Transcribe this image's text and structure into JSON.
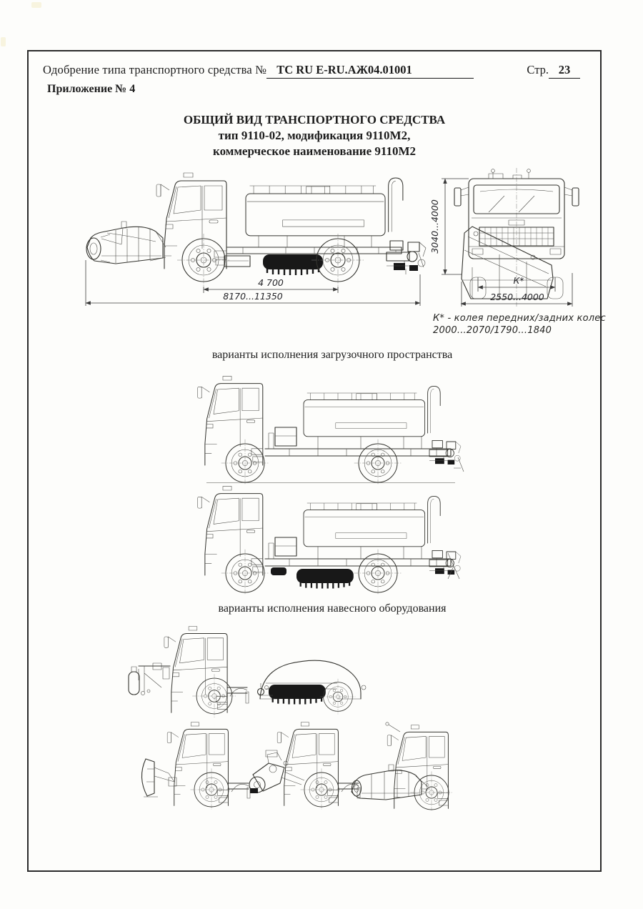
{
  "header": {
    "approval_label": "Одобрение типа транспортного средства №",
    "approval_number": "ТС RU E-RU.АЖ04.01001",
    "page_label": "Стр.",
    "page_number": "23",
    "annex_label": "Приложение № 4"
  },
  "title": {
    "line1": "ОБЩИЙ ВИД ТРАНСПОРТНОГО СРЕДСТВА",
    "line2": "тип 9110-02, модификация 9110М2,",
    "line3": "коммерческое наименование 9110М2"
  },
  "main_view": {
    "wheelbase": "4 700",
    "overall_length": "8170...11350",
    "overall_height": "3040...4000",
    "track_label": "К*",
    "overall_width": "2550...4000",
    "track_note_line1": "К* - колея передних/задних колес",
    "track_note_line2": "2000...2070/1790...1840"
  },
  "sections": {
    "loading_space_label": "варианты исполнения загрузочного пространства",
    "mounted_equipment_label": "варианты исполнения навесного оборудования"
  },
  "colors": {
    "ink": "#1c1c1c",
    "paper": "#fdfdfb"
  }
}
